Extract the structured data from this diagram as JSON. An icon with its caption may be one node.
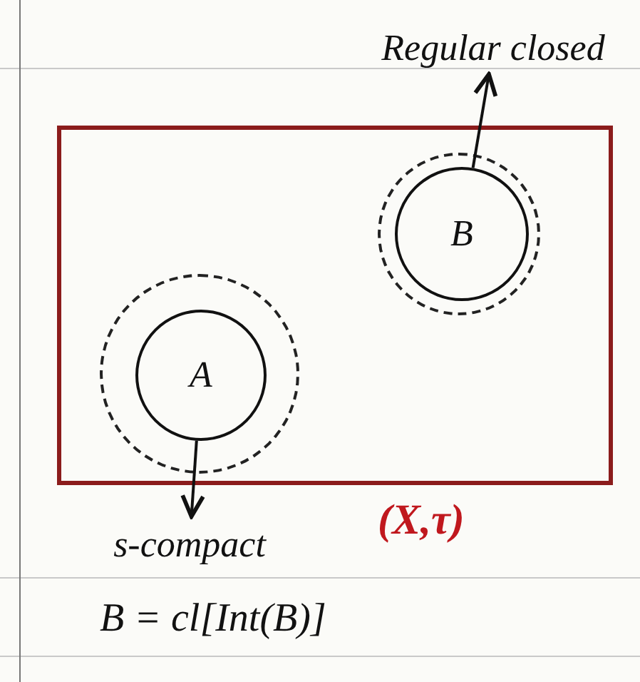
{
  "diagram": {
    "nodes": [
      {
        "text": [],
        "shape": "box",
        "beside": [
          "(X,τ)"
        ]
      },
      {
        "text": [],
        "shape": "circle",
        "in": 0
      },
      {
        "text": [
          "A"
        ],
        "in": 1
      },
      {
        "text": [],
        "shape": "circle",
        "in": 0
      },
      {
        "text": [
          "B"
        ],
        "in": 3
      },
      {
        "text": [
          "Regular closed"
        ]
      },
      {
        "text": [
          "s-compact"
        ]
      }
    ],
    "edges": [
      {
        "from": 4,
        "to": 5,
        "arrow": "to"
      },
      {
        "from": 2,
        "to": 6,
        "arrow": "to"
      }
    ],
    "labels": [
      "B = cl[Int(B)]"
    ]
  }
}
